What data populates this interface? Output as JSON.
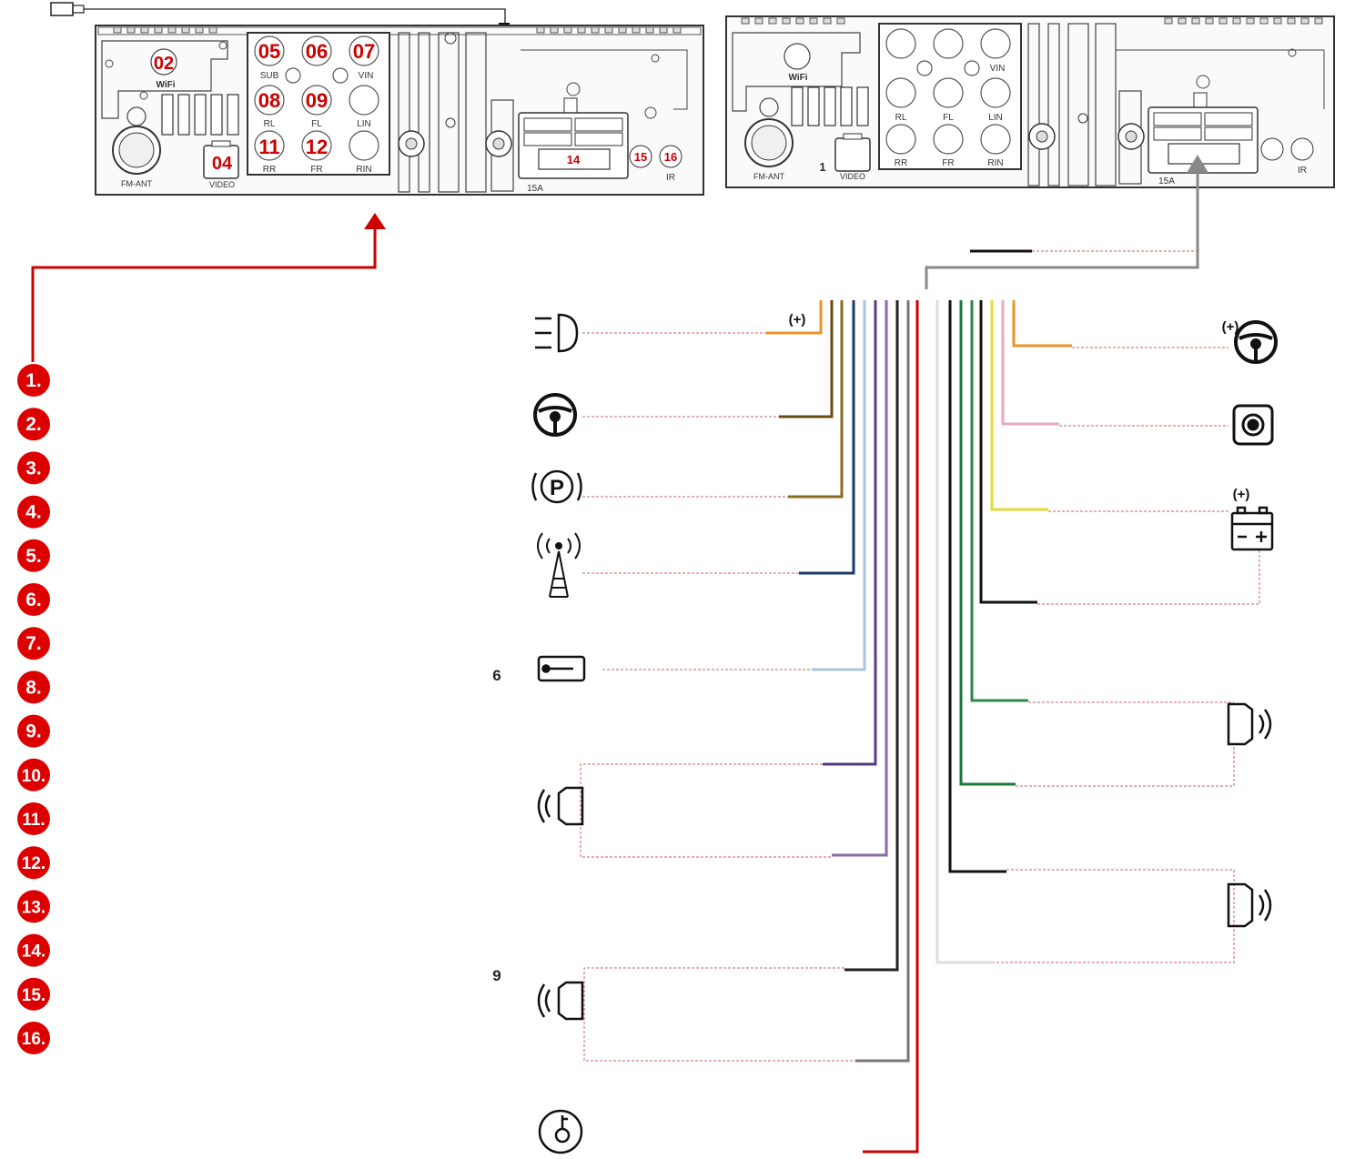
{
  "left_unit": {
    "port_numbers": {
      "p02": "02",
      "p04": "04",
      "p05": "05",
      "p06": "06",
      "p07": "07",
      "p08": "08",
      "p09": "09",
      "p11": "11",
      "p12": "12",
      "p14": "14",
      "p15": "15",
      "p16": "16"
    },
    "labels": {
      "wifi": "WiFi",
      "sub": "SUB",
      "vin": "VIN",
      "rl": "RL",
      "fl": "FL",
      "lin": "LIN",
      "rr": "RR",
      "fr": "FR",
      "rin": "RIN",
      "fm_ant": "FM-ANT",
      "video": "VIDEO",
      "fuse": "15A",
      "ir": "IR"
    }
  },
  "right_unit": {
    "labels": {
      "wifi": "WiFi",
      "vin": "VIN",
      "rl": "RL",
      "fl": "FL",
      "lin": "LIN",
      "rr": "RR",
      "fr": "FR",
      "rin": "RIN",
      "fm_ant": "FM-ANT",
      "video": "VIDEO",
      "fuse": "15A",
      "ir": "IR",
      "one": "1"
    }
  },
  "badges": [
    "1.",
    "2.",
    "3.",
    "4.",
    "5.",
    "6.",
    "7.",
    "8.",
    "9.",
    "10.",
    "11.",
    "12.",
    "13.",
    "14.",
    "15.",
    "16."
  ],
  "plus_marks": {
    "headlight": "(+)",
    "steering_right": "(+)",
    "battery": "(+)"
  },
  "side_numbers": {
    "six": "6",
    "nine": "9"
  },
  "icons": {
    "headlight": "headlight-icon",
    "steering_left": "steering-wheel-icon",
    "parking": "parking-brake-icon",
    "antenna": "antenna-tower-icon",
    "key": "key-card-icon",
    "rear_speaker": "speaker-icon",
    "steering_right": "steering-wheel-icon",
    "camera": "camera-icon",
    "battery": "battery-icon",
    "front_speaker": "speaker-icon",
    "ignition": "ignition-key-icon"
  },
  "colors": {
    "red": "#cc0000",
    "orange": "#e8942a",
    "brown": "#6b4a10",
    "olive": "#8a6a20",
    "navy": "#1a3a6a",
    "lightblue": "#a9c4e0",
    "purple": "#5a3a80",
    "violet": "#8a6aa8",
    "black": "#111111",
    "gray": "#777777",
    "pink": "#e8a8c8",
    "yellow": "#e8d83a",
    "green": "#1a7a3a",
    "darkgreen": "#2a8a4a",
    "white": "#dddddd",
    "dash": "#c86060"
  }
}
